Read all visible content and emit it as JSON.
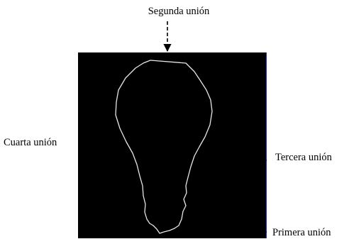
{
  "labels": {
    "second_joint": "Segunda unión",
    "fourth_joint": "Cuarta unión",
    "third_joint": "Tercera unión",
    "first_joint": "Primera unión"
  },
  "colors": {
    "background": "#ffffff",
    "image_background": "#000000",
    "contour": "#e6e6e6",
    "arrows": "#000000",
    "image_edge": "#2a2aa0"
  }
}
